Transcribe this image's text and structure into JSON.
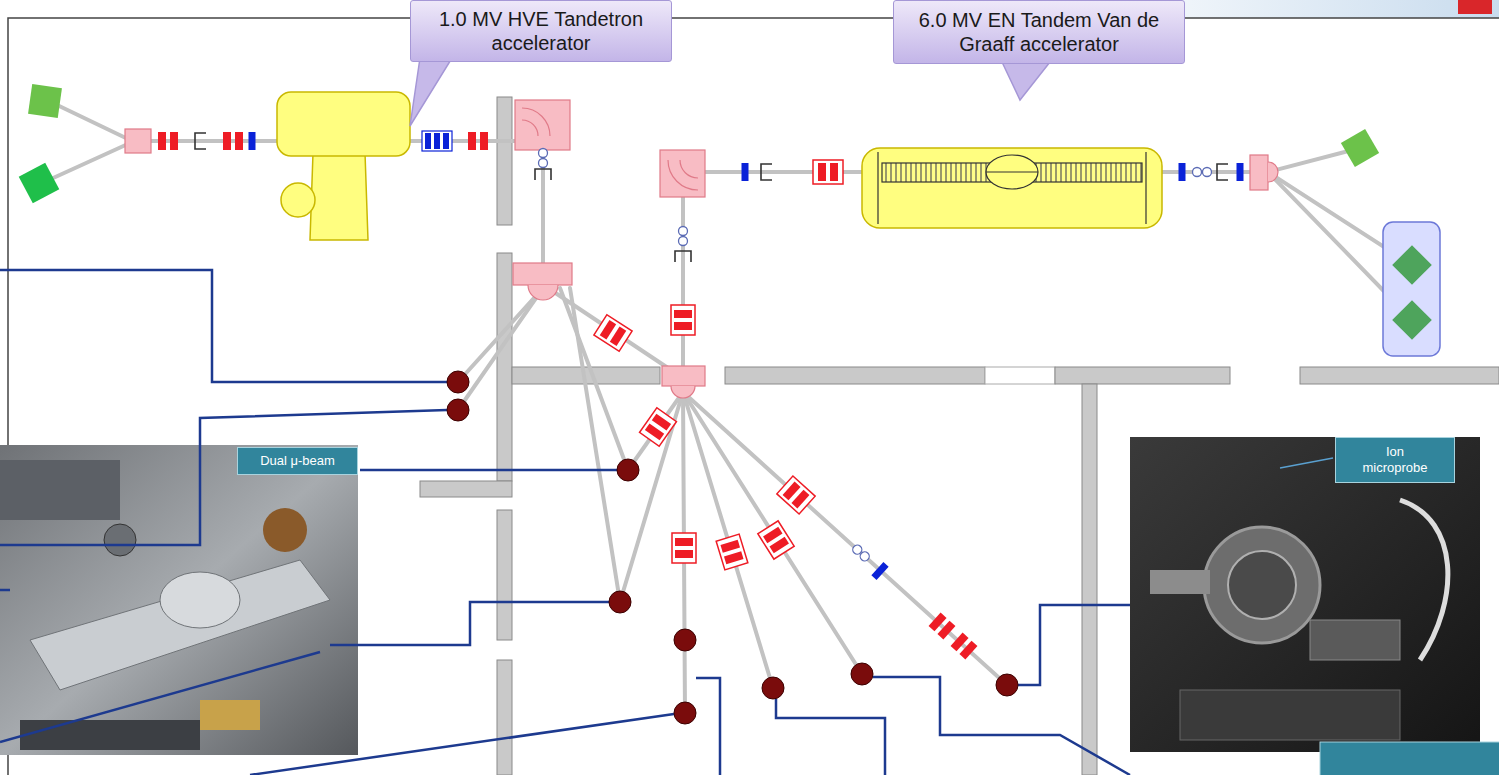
{
  "diagram": {
    "nodes": [
      {
        "text": [
          "1.0 MV HVE Tandetron accelerator"
        ]
      },
      {
        "text": [
          "6.0 MV EN Tandem Van de Graaff accelerator"
        ]
      },
      {
        "text": [
          "Dual μ-beam"
        ]
      },
      {
        "text": [
          "Ion microprobe"
        ]
      }
    ]
  }
}
